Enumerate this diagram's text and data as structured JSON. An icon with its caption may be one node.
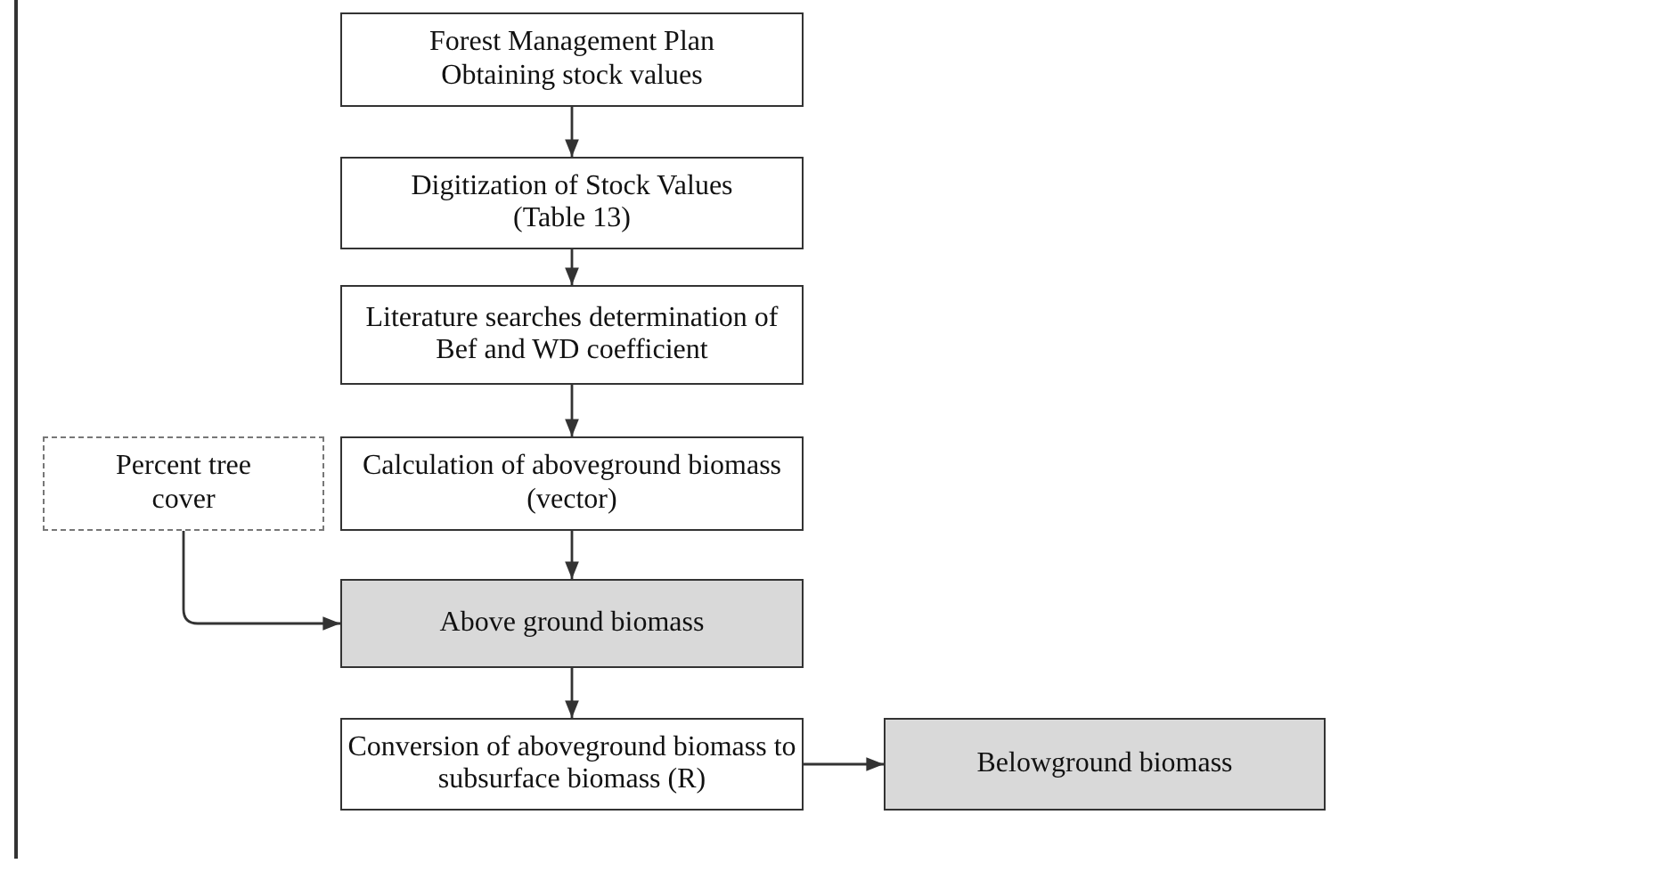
{
  "diagram": {
    "nodes": [
      {
        "text": [
          "Forest Management Plan",
          "Obtaining stock values"
        ]
      },
      {
        "text": [
          "Digitization of Stock Values (Table 13)"
        ]
      },
      {
        "text": [
          "Literature searches determination of Bef and WD coefficient"
        ]
      },
      {
        "text": [
          "Calculation of aboveground biomass (vector)"
        ]
      },
      {
        "text": [
          "Percent tree cover"
        ]
      },
      {
        "text": [
          "Above ground biomass"
        ]
      },
      {
        "text": [
          "Conversion of aboveground biomass to subsurface biomass (R)"
        ]
      },
      {
        "text": [
          "Belowground biomass"
        ]
      }
    ],
    "edges": [
      {
        "from": 0,
        "to": 1,
        "arrow": "to"
      },
      {
        "from": 1,
        "to": 2,
        "arrow": "to"
      },
      {
        "from": 2,
        "to": 3,
        "arrow": "to"
      },
      {
        "from": 3,
        "to": 5,
        "arrow": "to"
      },
      {
        "from": 4,
        "to": 5,
        "arrow": "to"
      },
      {
        "from": 5,
        "to": 6,
        "arrow": "to"
      },
      {
        "from": 6,
        "to": 7,
        "arrow": "to"
      }
    ]
  }
}
